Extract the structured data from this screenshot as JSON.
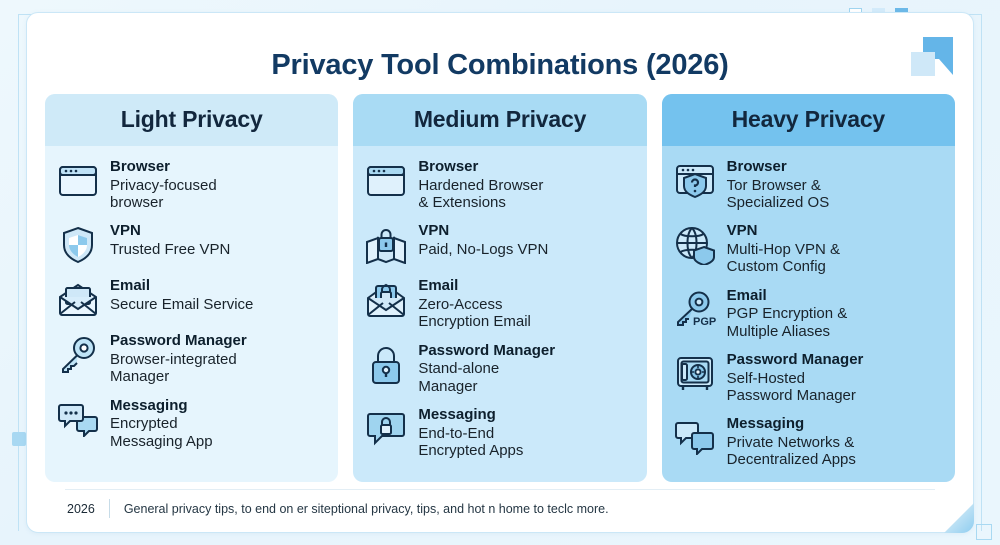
{
  "page": {
    "title": "Privacy Tool Combinations (2026)",
    "accent": "#6cb9e8",
    "title_color": "#123a63"
  },
  "columns": [
    {
      "header": "Light Privacy",
      "header_bg": "#cfeaf8",
      "body_bg": "#e6f5fd",
      "items": [
        {
          "icon": "browser-window-icon",
          "title": "Browser",
          "desc": "Privacy-focused\nbrowser"
        },
        {
          "icon": "shield-icon",
          "title": "VPN",
          "desc": "Trusted Free VPN"
        },
        {
          "icon": "open-envelope-icon",
          "title": "Email",
          "desc": "Secure Email Service"
        },
        {
          "icon": "key-icon",
          "title": "Password Manager",
          "desc": "Browser-integrated\nManager"
        },
        {
          "icon": "chat-bubbles-icon",
          "title": "Messaging",
          "desc": "Encrypted\nMessaging App"
        }
      ]
    },
    {
      "header": "Medium Privacy",
      "header_bg": "#a9dbf4",
      "body_bg": "#cbe9fa",
      "items": [
        {
          "icon": "browser-window-icon",
          "title": "Browser",
          "desc": "Hardened Browser\n& Extensions"
        },
        {
          "icon": "vpn-lock-map-icon",
          "title": "VPN",
          "desc": "Paid, No-Logs VPN"
        },
        {
          "icon": "locked-envelope-icon",
          "title": "Email",
          "desc": "Zero-Access\nEncryption Email"
        },
        {
          "icon": "padlock-icon",
          "title": "Password Manager",
          "desc": "Stand-alone\nManager"
        },
        {
          "icon": "locked-chat-icon",
          "title": "Messaging",
          "desc": "End-to-End\nEncrypted Apps"
        }
      ]
    },
    {
      "header": "Heavy Privacy",
      "header_bg": "#74c2ee",
      "body_bg": "#a9daf4",
      "items": [
        {
          "icon": "browser-shield-question-icon",
          "title": "Browser",
          "desc": "Tor Browser &\nSpecialized OS"
        },
        {
          "icon": "globe-shield-icon",
          "title": "VPN",
          "desc": "Multi-Hop VPN &\nCustom Config"
        },
        {
          "icon": "pgp-key-icon",
          "title": "Email",
          "desc": "PGP Encryption &\nMultiple Aliases"
        },
        {
          "icon": "safe-vault-icon",
          "title": "Password Manager",
          "desc": "Self-Hosted\nPassword Manager"
        },
        {
          "icon": "chat-bubbles-icon",
          "title": "Messaging",
          "desc": "Private Networks &\nDecentralized Apps"
        }
      ]
    }
  ],
  "footer": {
    "year": "2026",
    "note": "General privacy tips, to end on er siteptional privacy, tips, and hot n home to teclc more."
  }
}
